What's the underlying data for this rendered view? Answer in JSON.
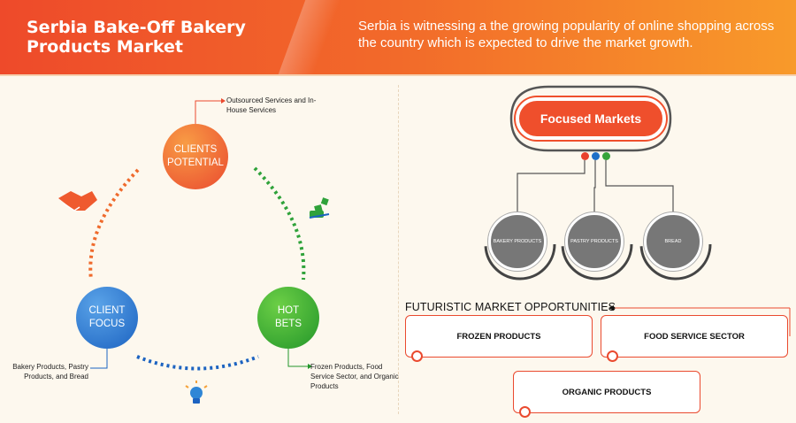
{
  "header": {
    "title": "Serbia Bake-Off Bakery Products Market",
    "headline": "Serbia is witnessing a the growing popularity of online shopping across the country which is expected to drive the market growth."
  },
  "cycle": {
    "clients_potential": {
      "line1": "CLIENTS",
      "line2": "POTENTIAL",
      "note": "Outsourced Services and In-House Services"
    },
    "client_focus": {
      "line1": "CLIENT",
      "line2": "FOCUS",
      "note": "Bakery Products, Pastry Products, and Bread"
    },
    "hot_bets": {
      "line1": "HOT",
      "line2": "BETS",
      "note": "Frozen Products, Food Service Sector, and Organic Products"
    }
  },
  "focused_markets": {
    "title": "Focused Markets",
    "items": [
      "BAKERY PRODUCTS",
      "PASTRY PRODUCTS",
      "BREAD"
    ]
  },
  "opportunities": {
    "title": "FUTURISTIC MARKET OPPORTUNITIES",
    "items": [
      "FROZEN PRODUCTS",
      "FOOD SERVICE SECTOR",
      "ORGANIC PRODUCTS"
    ]
  },
  "colors": {
    "orange": "#ea4a2f",
    "blue": "#1c63c1",
    "green": "#23962a",
    "gray": "#777777"
  },
  "icons": [
    "handshake-icon",
    "money-hand-icon",
    "lightbulb-icon"
  ]
}
